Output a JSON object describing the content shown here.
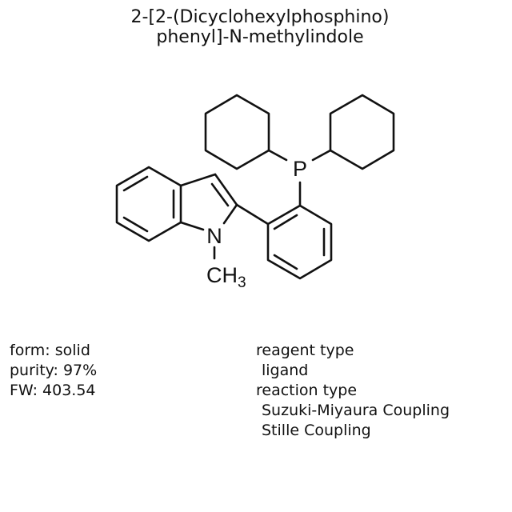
{
  "title": {
    "line1": "2-[2-(Dicyclohexylphosphino)",
    "line2": "phenyl]-N-methylindole"
  },
  "structure": {
    "atoms": {
      "phosphorus": "P",
      "nitrogen": "N",
      "methyl_C": "CH",
      "methyl_sub": "3"
    },
    "bond_color": "#111111"
  },
  "properties": {
    "form": "form: solid",
    "purity": "purity: 97%",
    "fw": "FW: 403.54"
  },
  "classification": {
    "reagent_type_label": "reagent type",
    "reagent_type_values": [
      "ligand"
    ],
    "reaction_type_label": "reaction type",
    "reaction_type_values": [
      "Suzuki-Miyaura Coupling",
      "Stille Coupling"
    ]
  }
}
